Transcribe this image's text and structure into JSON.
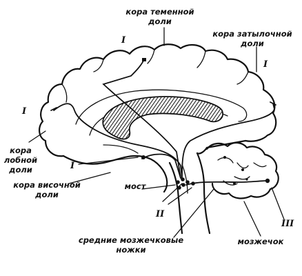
{
  "labels": {
    "parietal": "кора теменной доли",
    "occipital": "кора затылочной доли",
    "frontal": "кора лобной доли",
    "temporal": "кора височной доли",
    "pons": "мост",
    "peduncles": "средние мозжечковые ножки",
    "cerebellum": "мозжечок"
  },
  "numerals": {
    "parietal": "I",
    "occipital": "I",
    "frontal": "I",
    "temporal": "I",
    "pons": "II",
    "cerebellum": "III"
  }
}
